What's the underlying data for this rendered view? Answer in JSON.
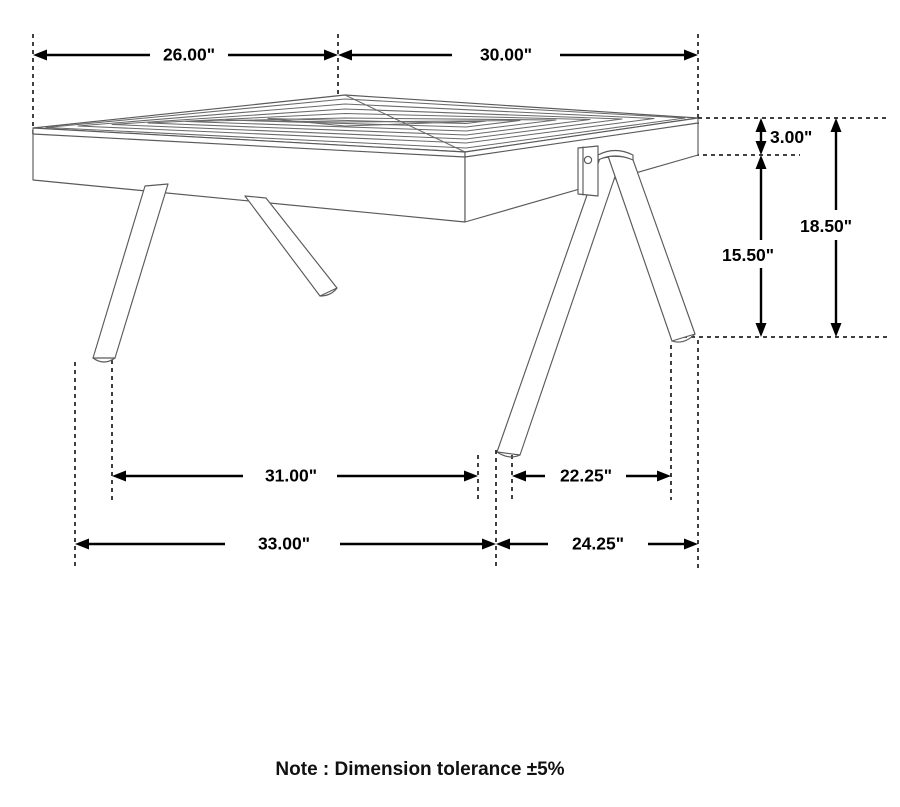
{
  "drawing": {
    "title": "Coffee table dimension drawing",
    "note": "Note : Dimension tolerance ±5%",
    "line_color": "#5a5a5a",
    "dimension_color": "#000000",
    "background": "#ffffff"
  },
  "dimensions": {
    "top": [
      {
        "id": "top-left-span",
        "label": "26.00\"",
        "value": 26.0,
        "unit": "in",
        "orientation": "horizontal"
      },
      {
        "id": "top-right-span",
        "label": "30.00\"",
        "value": 30.0,
        "unit": "in",
        "orientation": "horizontal"
      }
    ],
    "right": [
      {
        "id": "apron-thickness",
        "label": "3.00\"",
        "value": 3.0,
        "unit": "in",
        "orientation": "vertical"
      },
      {
        "id": "leg-height",
        "label": "15.50\"",
        "value": 15.5,
        "unit": "in",
        "orientation": "vertical"
      },
      {
        "id": "overall-height",
        "label": "18.50\"",
        "value": 18.5,
        "unit": "in",
        "orientation": "vertical"
      }
    ],
    "bottom": [
      {
        "id": "foot-span-left-upper",
        "label": "31.00\"",
        "value": 31.0,
        "unit": "in",
        "orientation": "horizontal"
      },
      {
        "id": "foot-span-right-upper",
        "label": "22.25\"",
        "value": 22.25,
        "unit": "in",
        "orientation": "horizontal"
      },
      {
        "id": "foot-span-left-lower",
        "label": "33.00\"",
        "value": 33.0,
        "unit": "in",
        "orientation": "horizontal"
      },
      {
        "id": "foot-span-right-lower",
        "label": "24.25\"",
        "value": 24.25,
        "unit": "in",
        "orientation": "horizontal"
      }
    ]
  }
}
